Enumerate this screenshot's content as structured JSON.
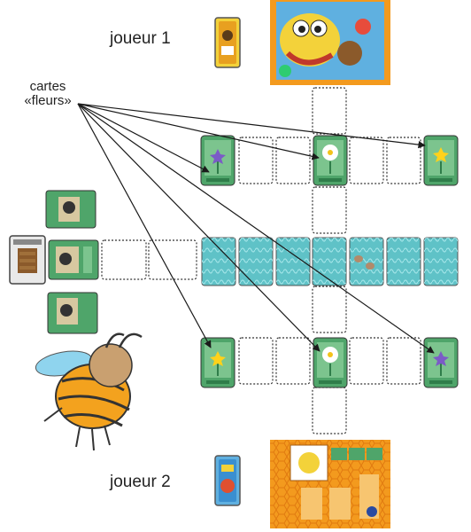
{
  "labels": {
    "player1": "joueur 1",
    "player2": "joueur 2",
    "cards_line1": "cartes",
    "cards_line2": "«fleurs»"
  },
  "colors": {
    "flower_card": "#4fa56a",
    "flower_card_dark": "#2f7d4a",
    "water_card": "#5fc2c7",
    "box_orange": "#f39a1e",
    "box_honey": "#f0b020",
    "arrow": "#1a1a1a",
    "dotted_slot": "#333333",
    "bee_body": "#f3a21e",
    "wing": "#8fd4ee"
  },
  "flower_colors": {
    "violet": "#7b5bc7",
    "white": "#ffffff",
    "yellow": "#ffd21a"
  }
}
